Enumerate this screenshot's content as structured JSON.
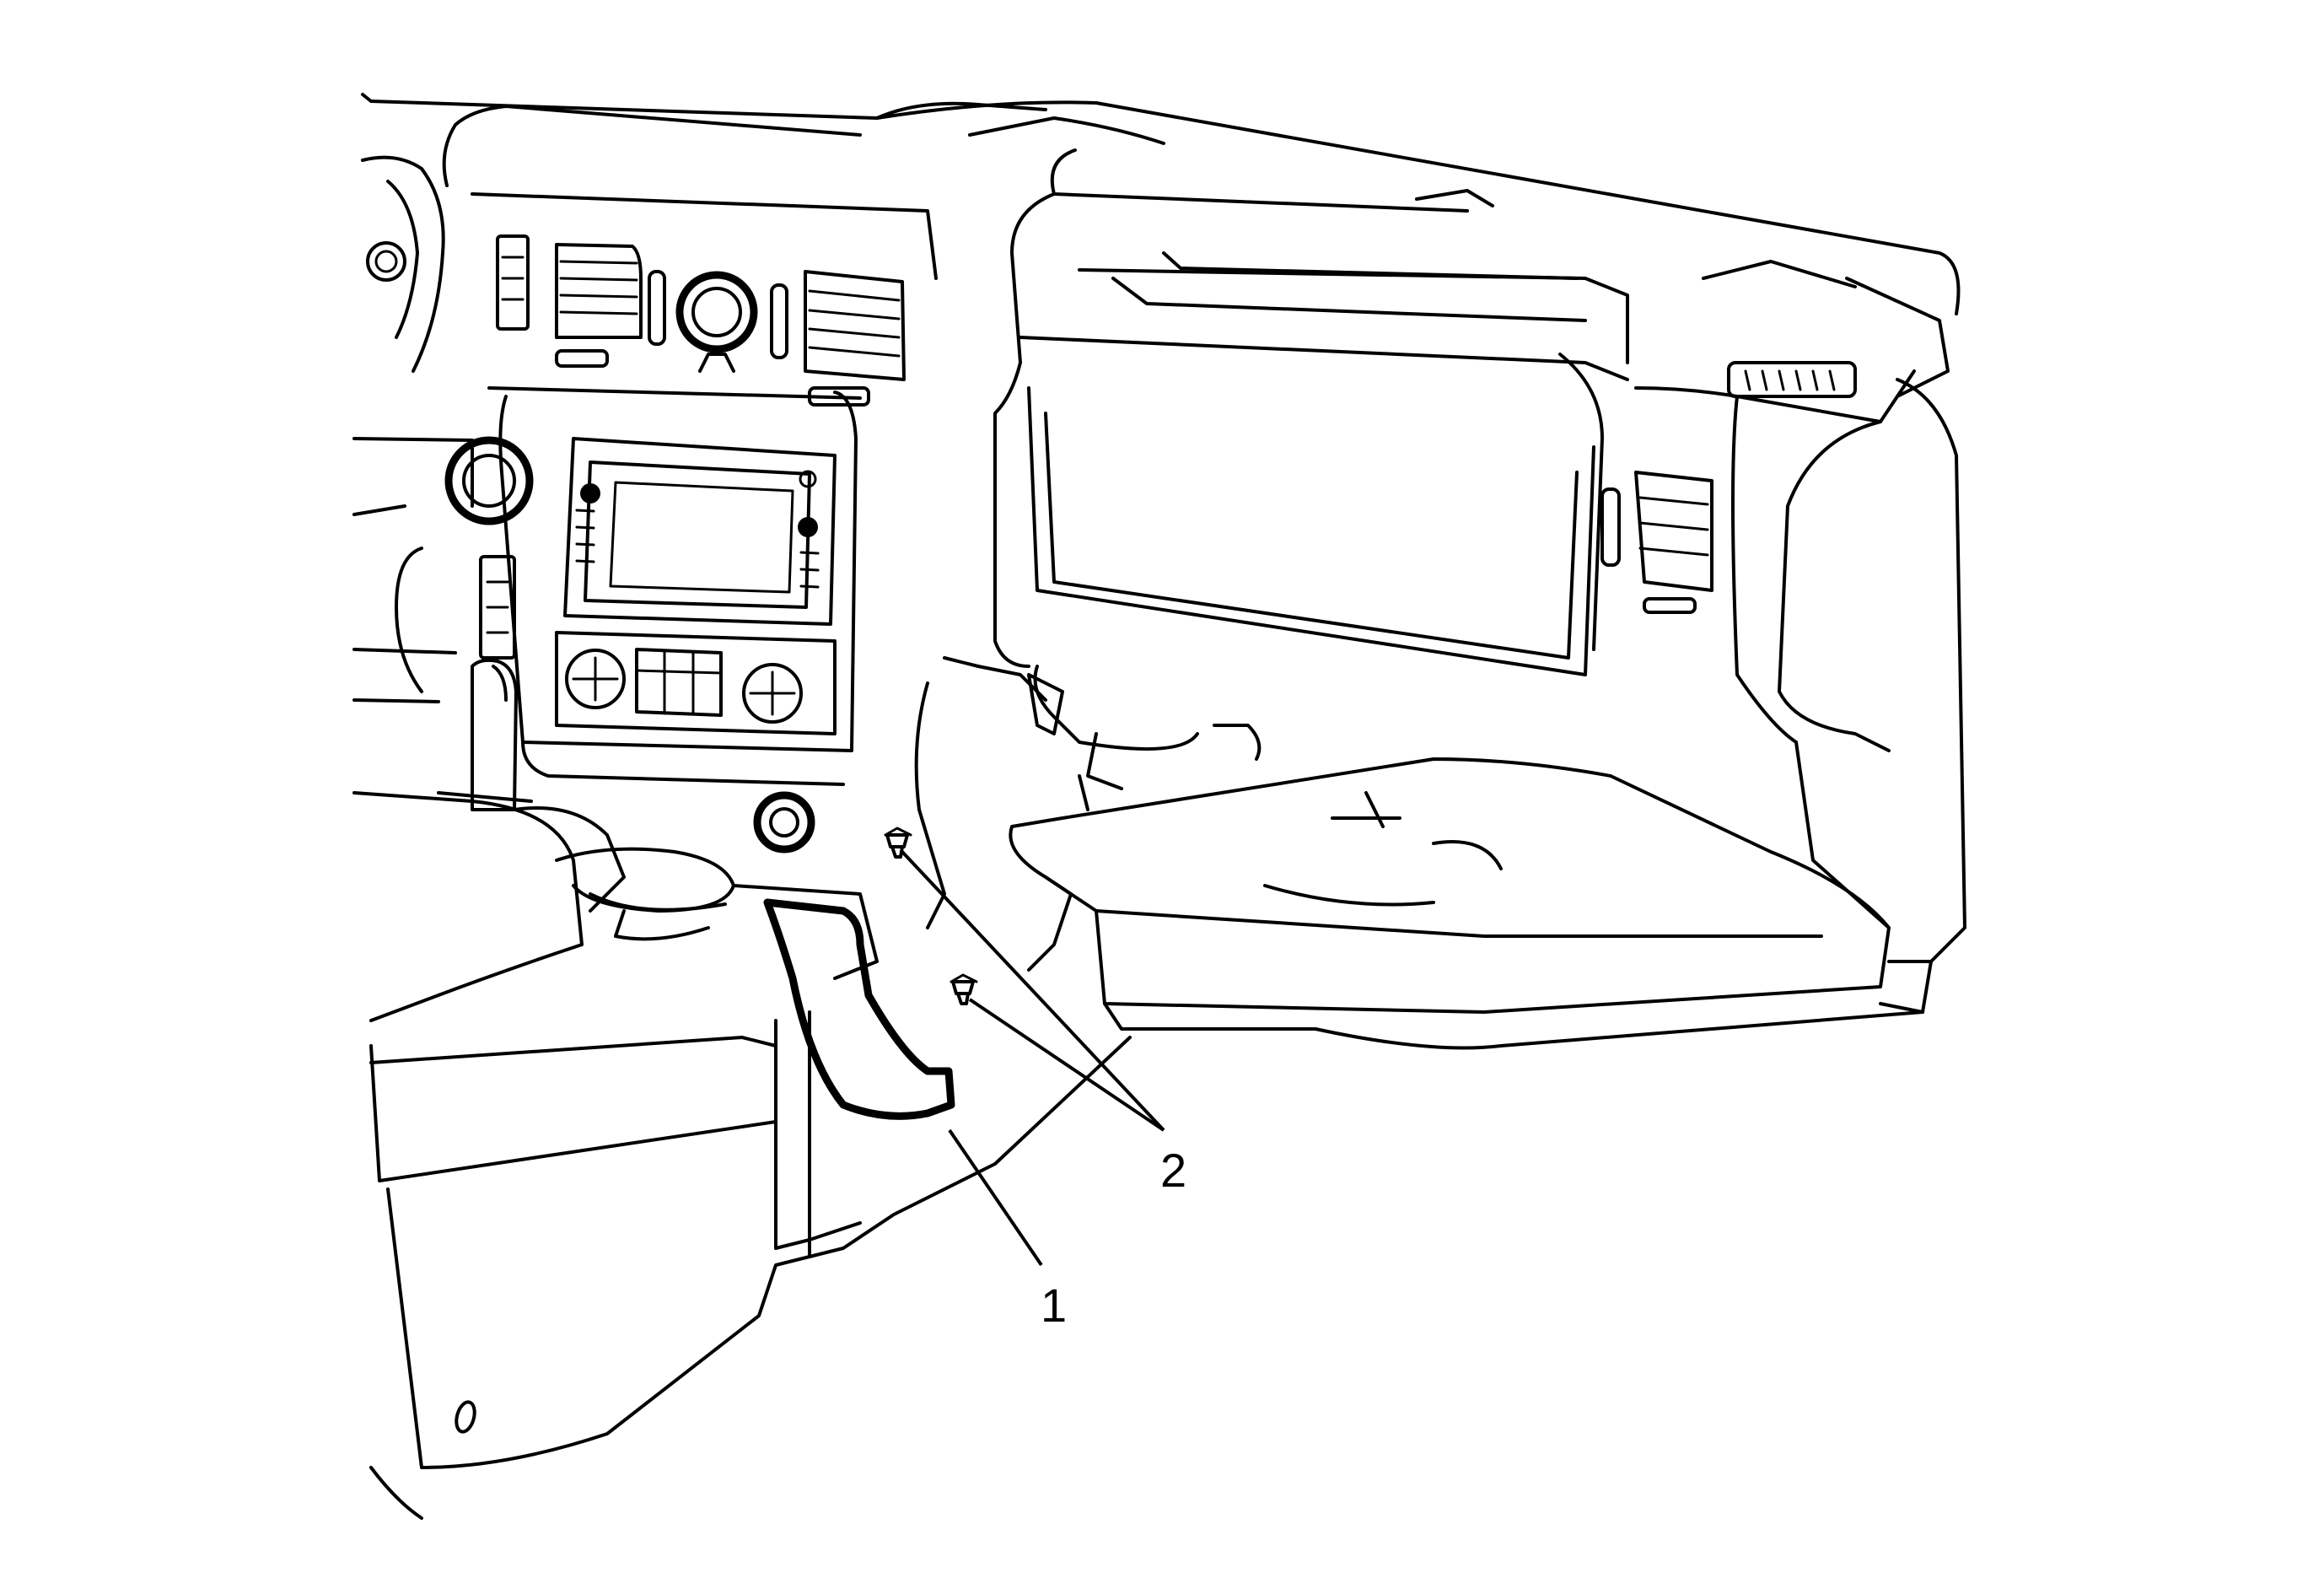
{
  "callouts": [
    {
      "id": "1",
      "label": "1"
    },
    {
      "id": "2",
      "label": "2"
    }
  ],
  "colors": {
    "ink": "#000000",
    "paper": "#ffffff"
  },
  "icons": [
    "clip-fastener-icon"
  ]
}
